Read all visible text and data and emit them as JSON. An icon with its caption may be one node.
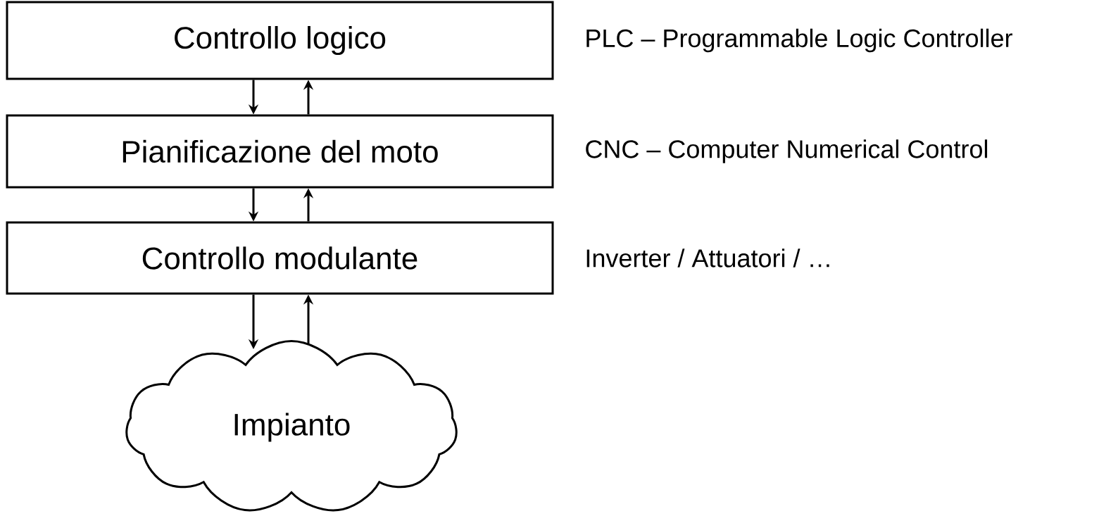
{
  "diagram": {
    "nodes": [
      {
        "text": [
          "Controllo logico"
        ],
        "beside": [
          "PLC – Programmable Logic Controller"
        ]
      },
      {
        "text": [
          "Pianificazione del moto"
        ],
        "beside": [
          "CNC – Computer Numerical Control"
        ]
      },
      {
        "text": [
          "Controllo modulante"
        ],
        "beside": [
          "Inverter / Attuatori / …"
        ]
      },
      {
        "text": [
          "Impianto"
        ]
      }
    ],
    "edges": [
      {
        "from": 0,
        "to": 1,
        "arrow": "to"
      },
      {
        "from": 1,
        "to": 0,
        "arrow": "to"
      },
      {
        "from": 1,
        "to": 2,
        "arrow": "to"
      },
      {
        "from": 2,
        "to": 1,
        "arrow": "to"
      },
      {
        "from": 2,
        "to": 3,
        "arrow": "to"
      },
      {
        "from": 3,
        "to": 2,
        "arrow": "to"
      }
    ]
  }
}
